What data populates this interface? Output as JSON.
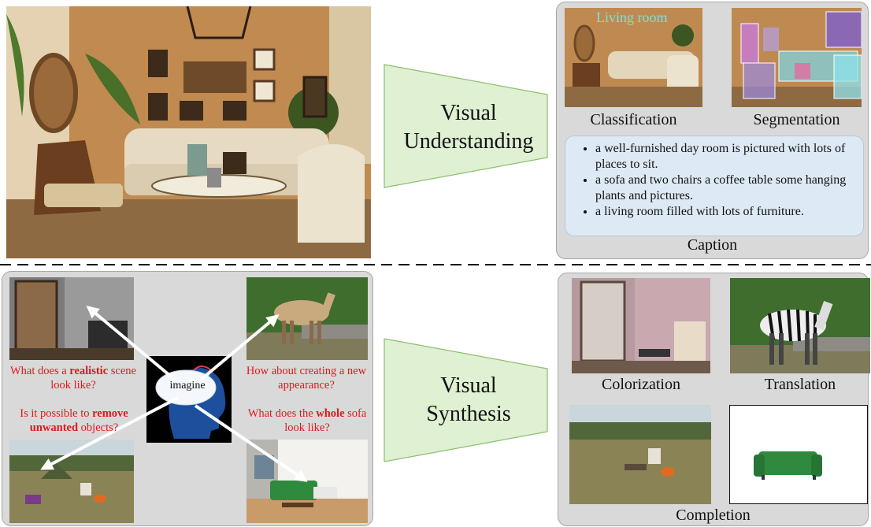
{
  "understanding": {
    "title": "Visual\nUnderstanding",
    "classification_label": "Classification",
    "segmentation_label": "Segmentation",
    "class_tag": "Living room",
    "caption_label": "Caption",
    "captions": [
      "a well-furnished day room is pictured with lots of places to sit.",
      "a sofa and two chairs a coffee table some hanging plants and pictures.",
      "a living room filled with lots of furniture."
    ]
  },
  "synthesis": {
    "title": "Visual\nSynthesis",
    "center_label": "imagine",
    "questions": {
      "realistic": {
        "pre": "What does a ",
        "bold": "realistic",
        "post": " scene look like?"
      },
      "appearance": {
        "pre": "How about creating a new appearance?",
        "bold": "",
        "post": ""
      },
      "remove": {
        "pre": "Is it possible to ",
        "bold": "remove unwanted",
        "post": " objects?"
      },
      "whole": {
        "pre": "What does the ",
        "bold": "whole",
        "post": " sofa look like?"
      }
    },
    "colorization_label": "Colorization",
    "translation_label": "Translation",
    "completion_label": "Completion"
  },
  "colors": {
    "arrow_fill": "#dff0d3",
    "arrow_stroke": "#8cbf6e",
    "question_red": "#e3171b",
    "panel_gray": "#d9d9d9",
    "caption_blue": "#dde9f4"
  }
}
